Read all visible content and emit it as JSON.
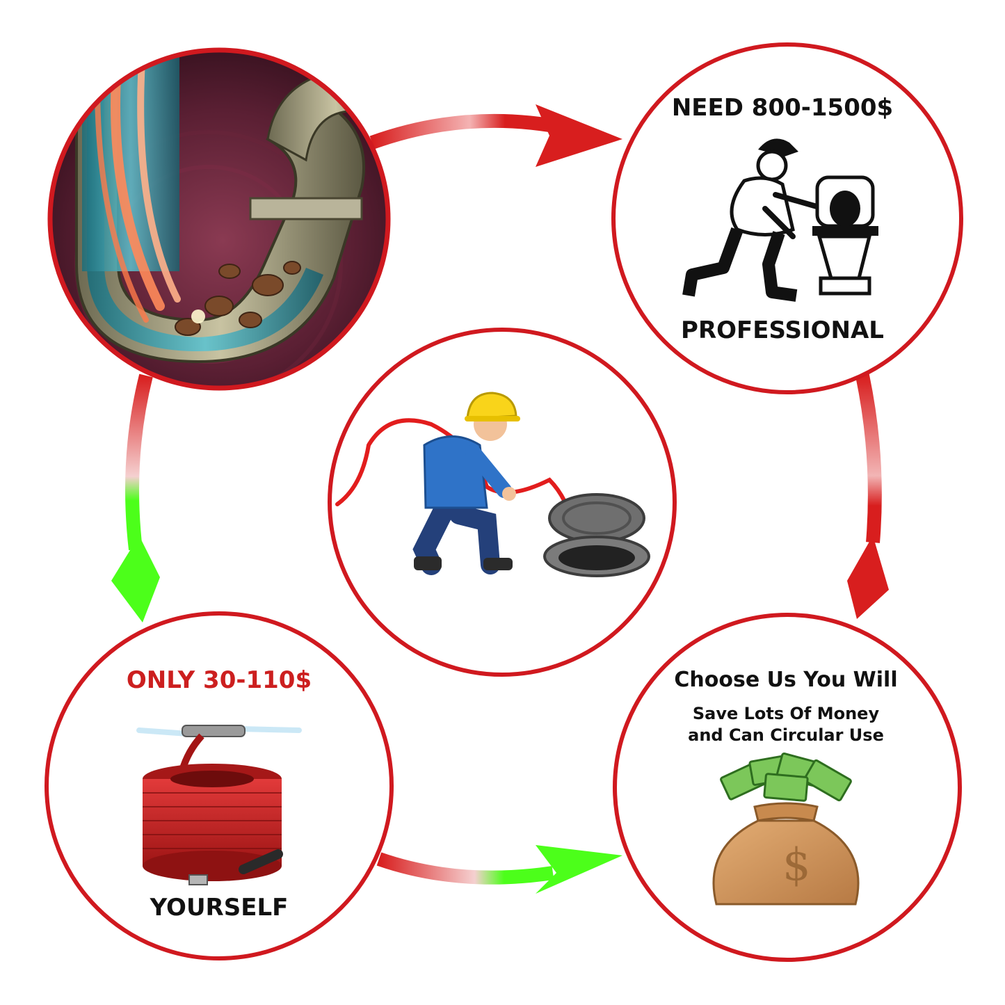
{
  "professional": {
    "price": "NEED 800-1500$",
    "label": "PROFESSIONAL"
  },
  "yourself": {
    "price": "ONLY 30-110$",
    "label": "YOURSELF"
  },
  "result": {
    "headline": "Choose Us You Will",
    "line1": "Save Lots Of Money",
    "line2": "and Can Circular Use"
  },
  "colors": {
    "ring": "#d0191f",
    "arrow_red": "#d81e1e",
    "arrow_green": "#4cff1a",
    "price_red": "#cc1f1f",
    "text": "#111111"
  },
  "icons": [
    "clogged-pipe-illustration",
    "plumber-toilet-icon",
    "worker-sewer-hose-icon",
    "jetter-hose-reel-icon",
    "money-bag-icon"
  ]
}
